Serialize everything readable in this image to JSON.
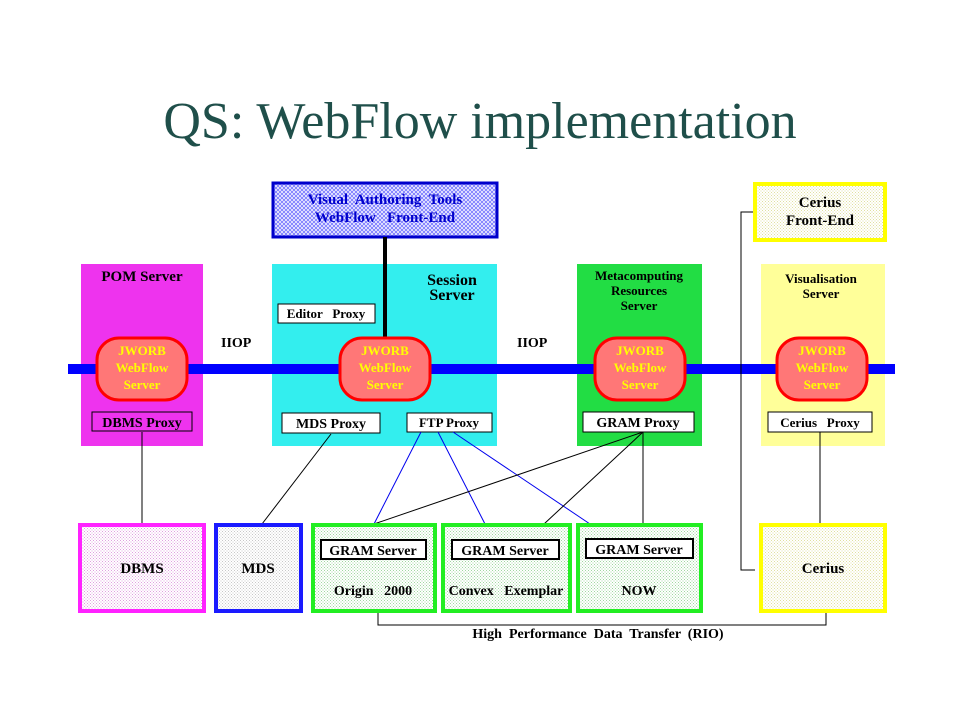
{
  "title": "QS: WebFlow implementation",
  "colors": {
    "title": "#1f4f4a",
    "bus": "#0000ff",
    "pom": "#ee33ee",
    "session": "#33eeee",
    "meta": "#22dd44",
    "vis": "#ffff99",
    "jworb_fill": "#ff7777",
    "jworb_border": "#ff0000",
    "jworb_text": "#ffff00",
    "cerius_border": "#ffff00",
    "dbms_border": "#ff22ff",
    "mds_border": "#1a1aff",
    "gram_border": "#22ee22",
    "link_blue": "#0000ee"
  },
  "nodes": {
    "authoring": {
      "line1": "Visual  Authoring  Tools",
      "line2": "WebFlow   Front-End"
    },
    "cerius_front": {
      "line1": "Cerius",
      "line2": "Front-End"
    },
    "pom": {
      "label": "POM Server",
      "proxy": "DBMS Proxy"
    },
    "session": {
      "line1": "Session",
      "line2": "Server",
      "editor_proxy": "Editor   Proxy",
      "mds_proxy": "MDS Proxy",
      "ftp_proxy": "FTP Proxy"
    },
    "meta": {
      "line1": "Metacomputing",
      "line2": "Resources",
      "line3": "Server",
      "proxy": "GRAM Proxy"
    },
    "vis": {
      "line1": "Visualisation",
      "line2": "Server",
      "proxy": "Cerius   Proxy"
    },
    "jworb": {
      "line1": "JWORB",
      "line2": "WebFlow",
      "line3": "Server"
    },
    "iiop_left": "IIOP",
    "iiop_right": "IIOP",
    "dbms": "DBMS",
    "mds": "MDS",
    "gram_server": "GRAM Server",
    "origin": "Origin   2000",
    "convex": "Convex   Exemplar",
    "now": "NOW",
    "cerius": "Cerius",
    "hpdt": "High  Performance  Data  Transfer  (RIO)"
  }
}
